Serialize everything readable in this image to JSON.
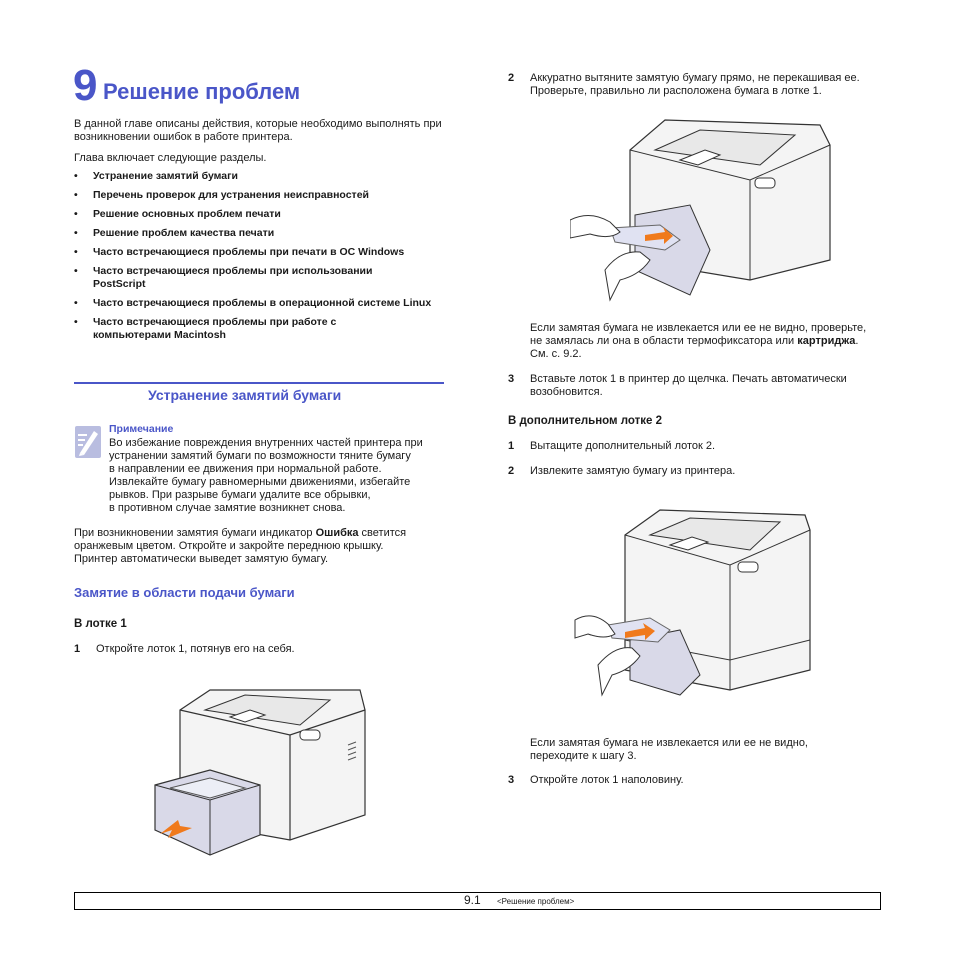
{
  "chapter": {
    "number": "9",
    "title": "Решение проблем"
  },
  "intro": {
    "p1": "В данной главе описаны действия, которые необходимо выполнять при возникновении ошибок в работе принтера.",
    "p2": "Глава включает следующие разделы."
  },
  "sections_list": [
    "Устранение замятий бумаги",
    "Перечень проверок для устранения неисправностей",
    "Решение основных проблем печати",
    "Решение проблем качества печати",
    "Часто встречающиеся проблемы при печати в ОС Windows",
    "Часто встречающиеся проблемы при использовании PostScript",
    "Часто встречающиеся проблемы в операционной системе Linux",
    "Часто встречающиеся проблемы при работе с компьютерами Macintosh"
  ],
  "section1": {
    "title": "Устранение замятий бумаги"
  },
  "note": {
    "title": "Примечание",
    "line1": "Во избежание повреждения внутренних частей принтера при",
    "line2": "устранении замятий бумаги по возможности тяните бумагу",
    "line3": "в направлении ее движения при нормальной работе.",
    "line4": "Извлекайте бумагу равномерными движениями, избегайте",
    "line5": "рывков. При разрыве бумаги удалите все обрывки,",
    "line6": "в противном случае замятие возникнет снова."
  },
  "jam_intro": {
    "pre": "При возникновении замятия бумаги индикатор ",
    "bold": "Ошибка",
    "post": " светится",
    "line2": "оранжевым цветом. Откройте и закройте переднюю крышку.",
    "line3": "Принтер автоматически выведет замятую бумагу."
  },
  "subsection": {
    "title": "Замятие в области подачи бумаги"
  },
  "tray1": {
    "title": "В лотке 1",
    "step1_num": "1",
    "step1": "Откройте лоток 1, потянув его на себя.",
    "step2_num": "2",
    "step2_line1": "Аккуратно вытяните замятую бумагу прямо, не перекашивая ее.",
    "step2_line2": "Проверьте, правильно ли расположена бумага в лотке 1.",
    "note_line1": "Если замятая бумага не извлекается или ее не видно, проверьте,",
    "note_line2_pre": "не замялась ли она в области термофиксатора или ",
    "note_line2_bold": "картриджа",
    "note_line2_post": ".",
    "note_line3": "См. с. 9.2.",
    "step3_num": "3",
    "step3_line1": "Вставьте лоток 1 в принтер до щелчка. Печать автоматически",
    "step3_line2": "возобновится."
  },
  "tray2": {
    "title": "В дополнительном лотке 2",
    "step1_num": "1",
    "step1": "Вытащите дополнительный лоток 2.",
    "step2_num": "2",
    "step2": "Извлеките замятую бумагу из принтера.",
    "note_line1": "Если замятая бумага не извлекается или ее не видно,",
    "note_line2": "переходите к шагу 3.",
    "step3_num": "3",
    "step3": "Откройте лоток 1 наполовину."
  },
  "footer": {
    "page": "9.1",
    "label": "<Решение проблем>"
  },
  "colors": {
    "heading": "#4a56c8",
    "arrow": "#f07a1c"
  }
}
